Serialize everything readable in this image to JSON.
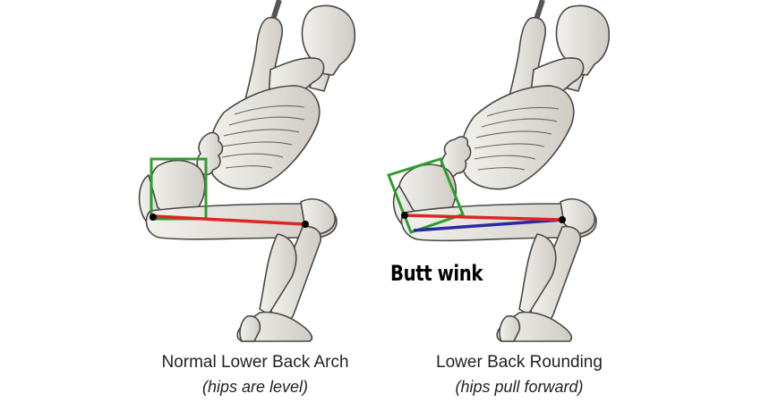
{
  "left_panel": {
    "caption": "Normal Lower Back Arch",
    "sub_caption": "(hips are level)"
  },
  "right_panel": {
    "caption": "Lower Back Rounding",
    "sub_caption": "(hips pull forward)",
    "annotation": "Butt wink"
  },
  "colors": {
    "pelvis_box": "#2e9e2e",
    "femur_line": "#e02424",
    "rounded_line": "#2a2aa0",
    "skeleton_fill": "#e4e2dc",
    "skeleton_stroke": "#4a4846"
  }
}
